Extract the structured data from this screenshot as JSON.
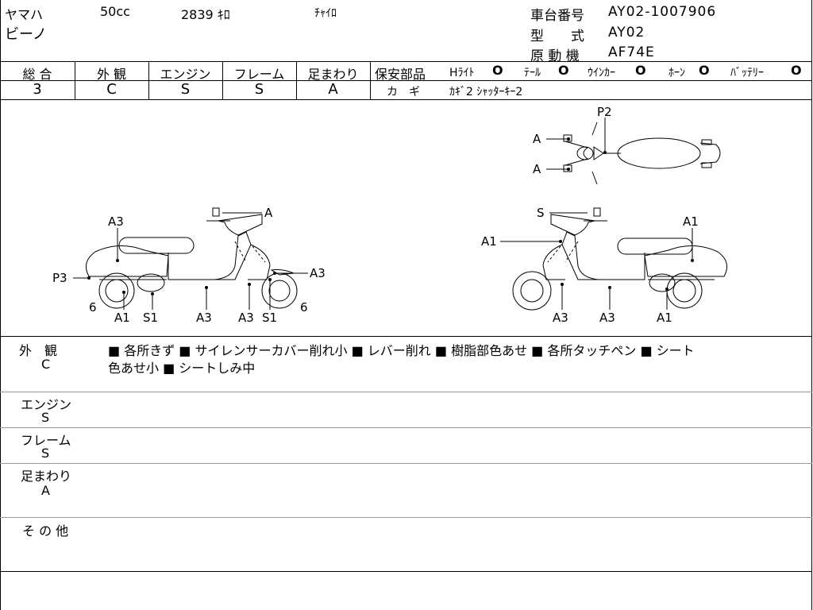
{
  "header": {
    "maker": "ヤマハ",
    "displacement": "50cc",
    "mileage": "2839 ｷﾛ",
    "color": "ﾁｬｲﾛ",
    "model_name": "ビーノ",
    "frame_no_label": "車台番号",
    "frame_no": "AY02-1007906",
    "type_label": "型　　式",
    "type_value": "AY02",
    "engine_label": "原 動 機",
    "engine_value": "AF74E"
  },
  "scores": {
    "headers": [
      "総 合",
      "外 観",
      "エンジン",
      "フレーム",
      "足まわり"
    ],
    "values": [
      "3",
      "C",
      "S",
      "S",
      "A"
    ]
  },
  "safety": {
    "label": "保安部品",
    "items": [
      "Hﾗｲﾄ",
      "ﾃｰﾙ",
      "ｳｲﾝｶｰ",
      "ﾎｰﾝ",
      "ﾊﾞｯﾃﾘｰ"
    ],
    "mark": "O",
    "key_label": "カ　ギ",
    "key_value": "ｶｷﾞ2 ｼｬｯﾀｰｷｰ2"
  },
  "diagram_labels": {
    "left": [
      "A3",
      "A",
      "P3",
      "A3",
      "6",
      "6",
      "A1",
      "S1",
      "A3",
      "A3",
      "S1"
    ],
    "right": [
      "S",
      "A1",
      "A1",
      "A3",
      "A3",
      "A1"
    ],
    "top": [
      "P2",
      "A",
      "A"
    ]
  },
  "sections": [
    {
      "label": "外　観",
      "grade": "C",
      "text_line1": "■ 各所きず ■ サイレンサーカバー削れ小 ■ レバー削れ ■ 樹脂部色あせ ■ 各所タッチペン ■ シート",
      "text_line2": "色あせ小 ■ シートしみ中"
    },
    {
      "label": "エンジン",
      "grade": "S"
    },
    {
      "label": "フレーム",
      "grade": "S"
    },
    {
      "label": "足まわり",
      "grade": "A"
    },
    {
      "label": "そ の 他",
      "grade": ""
    }
  ]
}
